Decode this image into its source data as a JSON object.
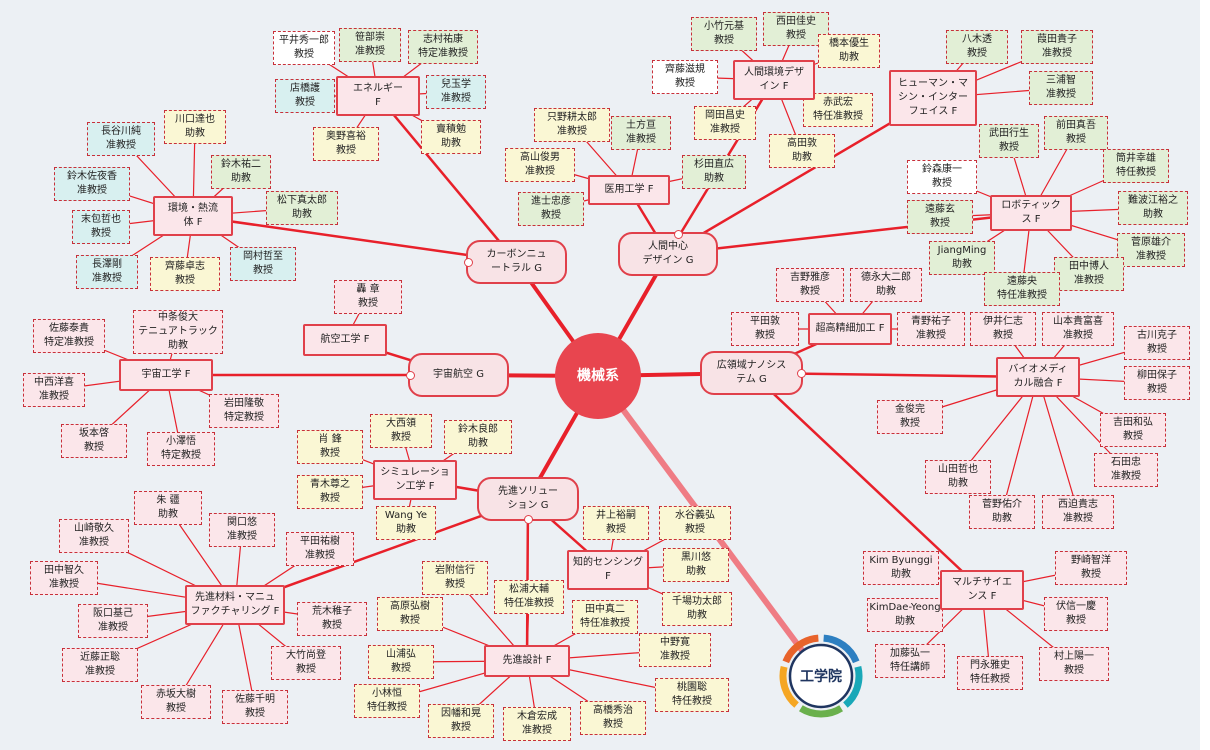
{
  "colors": {
    "accent": "#e0404a",
    "line": "#e8202a",
    "center_fill": "#e8454f",
    "logo_ring": [
      "#2d7fc1",
      "#19a8b8",
      "#6ab04c",
      "#f5a623",
      "#e8632b"
    ],
    "logo_center": "#1f3560"
  },
  "center": {
    "id": "center",
    "label": "機械系"
  },
  "logo": {
    "label": "工学院"
  },
  "hubs": [
    {
      "id": "h_carbon",
      "label": "カーボンニュ\nートラル G"
    },
    {
      "id": "h_human",
      "label": "人間中心\nデザイン G"
    },
    {
      "id": "h_aero",
      "label": "宇宙航空 G"
    },
    {
      "id": "h_nano",
      "label": "広領域ナノシス\nテム G"
    },
    {
      "id": "h_sol",
      "label": "先進ソリュー\nション G"
    }
  ],
  "fields": [
    {
      "id": "f_energy",
      "label": "エネルギー\nF",
      "hub": "h_carbon"
    },
    {
      "id": "f_thermal",
      "label": "環境・熱流\n体 F",
      "hub": "h_carbon"
    },
    {
      "id": "f_medical",
      "label": "医用工学 F",
      "hub": "h_human"
    },
    {
      "id": "f_human_env",
      "label": "人間環境デザ\nイン F",
      "hub": "h_human"
    },
    {
      "id": "f_hmi",
      "label": "ヒューマン・マ\nシン・インター\nフェイス F",
      "hub": "h_human"
    },
    {
      "id": "f_robotics",
      "label": "ロボティック\nス F",
      "hub": "h_human"
    },
    {
      "id": "f_aero",
      "label": "航空工学 F",
      "hub": "h_aero"
    },
    {
      "id": "f_space",
      "label": "宇宙工学 F",
      "hub": "h_aero"
    },
    {
      "id": "f_ultra",
      "label": "超高精細加工 F",
      "hub": "h_nano"
    },
    {
      "id": "f_bio",
      "label": "バイオメディ\nカル融合 F",
      "hub": "h_nano"
    },
    {
      "id": "f_multi",
      "label": "マルチサイエ\nンス F",
      "hub": "h_nano"
    },
    {
      "id": "f_sim",
      "label": "シミュレーショ\nン工学 F",
      "hub": "h_sol"
    },
    {
      "id": "f_sensing",
      "label": "知的センシング\nF",
      "hub": "h_sol"
    },
    {
      "id": "f_design",
      "label": "先進設計 F",
      "hub": "h_sol"
    },
    {
      "id": "f_mfg",
      "label": "先進材料・マニュ\nファクチャリング F",
      "hub": "h_sol"
    }
  ],
  "people": [
    {
      "id": "p1",
      "label": "平井秀一郎\n教授",
      "field": "f_energy",
      "color": "white"
    },
    {
      "id": "p2",
      "label": "笹部崇\n准教授",
      "field": "f_energy",
      "color": "green"
    },
    {
      "id": "p3",
      "label": "志村祐康\n特定准教授",
      "field": "f_energy",
      "color": "green"
    },
    {
      "id": "p4",
      "label": "店橋護\n教授",
      "field": "f_energy",
      "color": "cyan"
    },
    {
      "id": "p5",
      "label": "兒玉学\n准教授",
      "field": "f_energy",
      "color": "cyan"
    },
    {
      "id": "p6",
      "label": "奥野喜裕\n教授",
      "field": "f_energy",
      "color": "yellow"
    },
    {
      "id": "p7",
      "label": "賣積勉\n助教",
      "field": "f_energy",
      "color": "yellow"
    },
    {
      "id": "p8",
      "label": "長谷川純\n准教授",
      "field": "f_thermal",
      "color": "cyan"
    },
    {
      "id": "p9",
      "label": "川口達也\n助教",
      "field": "f_thermal",
      "color": "yellow"
    },
    {
      "id": "p10",
      "label": "鈴木佐夜香\n准教授",
      "field": "f_thermal",
      "color": "cyan"
    },
    {
      "id": "p11",
      "label": "鈴木祐二\n助教",
      "field": "f_thermal",
      "color": "green"
    },
    {
      "id": "p12",
      "label": "松下真太郎\n助教",
      "field": "f_thermal",
      "color": "green"
    },
    {
      "id": "p13",
      "label": "末包哲也\n教授",
      "field": "f_thermal",
      "color": "cyan"
    },
    {
      "id": "p14",
      "label": "長澤剛\n准教授",
      "field": "f_thermal",
      "color": "cyan"
    },
    {
      "id": "p15",
      "label": "齊藤卓志\n教授",
      "field": "f_thermal",
      "color": "yellow"
    },
    {
      "id": "p16",
      "label": "岡村哲至\n教授",
      "field": "f_thermal",
      "color": "cyan"
    },
    {
      "id": "p17",
      "label": "只野耕太郎\n准教授",
      "field": "f_medical",
      "color": "yellow"
    },
    {
      "id": "p18",
      "label": "土方亘\n准教授",
      "field": "f_medical",
      "color": "green"
    },
    {
      "id": "p19",
      "label": "高山俊男\n准教授",
      "field": "f_medical",
      "color": "yellow"
    },
    {
      "id": "p20",
      "label": "進士忠彦\n教授",
      "field": "f_medical",
      "color": "green"
    },
    {
      "id": "p21",
      "label": "杉田直広\n助教",
      "field": "f_medical",
      "color": "green"
    },
    {
      "id": "p22",
      "label": "小竹元基\n教授",
      "field": "f_human_env",
      "color": "green"
    },
    {
      "id": "p23",
      "label": "西田佳史\n教授",
      "field": "f_human_env",
      "color": "green"
    },
    {
      "id": "p24",
      "label": "橋本優生\n助教",
      "field": "f_human_env",
      "color": "yellow"
    },
    {
      "id": "p25",
      "label": "齊藤滋規\n教授",
      "field": "f_human_env",
      "color": "white"
    },
    {
      "id": "p26",
      "label": "岡田昌史\n准教授",
      "field": "f_human_env",
      "color": "yellow"
    },
    {
      "id": "p27",
      "label": "赤武宏\n特任准教授",
      "field": "f_human_env",
      "color": "yellow"
    },
    {
      "id": "p28",
      "label": "高田敦\n助教",
      "field": "f_human_env",
      "color": "yellow"
    },
    {
      "id": "p29",
      "label": "八木透\n教授",
      "field": "f_hmi",
      "color": "green"
    },
    {
      "id": "p30",
      "label": "葭田貴子\n准教授",
      "field": "f_hmi",
      "color": "green"
    },
    {
      "id": "p31",
      "label": "三浦智\n准教授",
      "field": "f_hmi",
      "color": "green"
    },
    {
      "id": "p32",
      "label": "武田行生\n教授",
      "field": "f_robotics",
      "color": "green"
    },
    {
      "id": "p33",
      "label": "前田真吾\n教授",
      "field": "f_robotics",
      "color": "green"
    },
    {
      "id": "p34",
      "label": "鈴森康一\n教授",
      "field": "f_robotics",
      "color": "white"
    },
    {
      "id": "p35",
      "label": "筒井幸雄\n特任教授",
      "field": "f_robotics",
      "color": "green"
    },
    {
      "id": "p36",
      "label": "遠藤玄\n教授",
      "field": "f_robotics",
      "color": "green"
    },
    {
      "id": "p37",
      "label": "難波江裕之\n助教",
      "field": "f_robotics",
      "color": "green"
    },
    {
      "id": "p38",
      "label": "JiangMing\n助教",
      "field": "f_robotics",
      "color": "green"
    },
    {
      "id": "p39",
      "label": "菅原雄介\n准教授",
      "field": "f_robotics",
      "color": "green"
    },
    {
      "id": "p40",
      "label": "田中博人\n准教授",
      "field": "f_robotics",
      "color": "green"
    },
    {
      "id": "p41",
      "label": "遠藤央\n特任准教授",
      "field": "f_robotics",
      "color": "green"
    },
    {
      "id": "p42",
      "label": "轟 章\n教授",
      "field": "f_aero",
      "color": "pink"
    },
    {
      "id": "p43",
      "label": "佐藤泰貴\n特定准教授",
      "field": "f_space",
      "color": "pink"
    },
    {
      "id": "p44",
      "label": "中条俊大\nテニュアトラック\n助教",
      "field": "f_space",
      "color": "pink"
    },
    {
      "id": "p45",
      "label": "中西洋喜\n准教授",
      "field": "f_space",
      "color": "pink"
    },
    {
      "id": "p46",
      "label": "岩田隆敬\n特定教授",
      "field": "f_space",
      "color": "pink"
    },
    {
      "id": "p47",
      "label": "坂本啓\n教授",
      "field": "f_space",
      "color": "pink"
    },
    {
      "id": "p48",
      "label": "小澤悟\n特定教授",
      "field": "f_space",
      "color": "pink"
    },
    {
      "id": "p49",
      "label": "吉野雅彦\n教授",
      "field": "f_ultra",
      "color": "pink"
    },
    {
      "id": "p50",
      "label": "德永大二郎\n助教",
      "field": "f_ultra",
      "color": "pink"
    },
    {
      "id": "p51",
      "label": "平田敦\n教授",
      "field": "f_ultra",
      "color": "pink"
    },
    {
      "id": "p52",
      "label": "青野祐子\n准教授",
      "field": "f_ultra",
      "color": "pink"
    },
    {
      "id": "p53",
      "label": "伊井仁志\n教授",
      "field": "f_bio",
      "color": "pink"
    },
    {
      "id": "p54",
      "label": "山本貴富喜\n准教授",
      "field": "f_bio",
      "color": "pink"
    },
    {
      "id": "p55",
      "label": "古川克子\n教授",
      "field": "f_bio",
      "color": "pink"
    },
    {
      "id": "p56",
      "label": "柳田保子\n教授",
      "field": "f_bio",
      "color": "pink"
    },
    {
      "id": "p57",
      "label": "金俊完\n教授",
      "field": "f_bio",
      "color": "pink"
    },
    {
      "id": "p58",
      "label": "吉田和弘\n教授",
      "field": "f_bio",
      "color": "pink"
    },
    {
      "id": "p59",
      "label": "山田哲也\n助教",
      "field": "f_bio",
      "color": "pink"
    },
    {
      "id": "p60",
      "label": "石田忠\n准教授",
      "field": "f_bio",
      "color": "pink"
    },
    {
      "id": "p61",
      "label": "菅野佑介\n助教",
      "field": "f_bio",
      "color": "pink"
    },
    {
      "id": "p62",
      "label": "西迫貴志\n准教授",
      "field": "f_bio",
      "color": "pink"
    },
    {
      "id": "p63",
      "label": "Kim Byunggi\n助教",
      "field": "f_multi",
      "color": "pink"
    },
    {
      "id": "p64",
      "label": "野崎智洋\n教授",
      "field": "f_multi",
      "color": "pink"
    },
    {
      "id": "p65",
      "label": "KimDae-Yeong\n助教",
      "field": "f_multi",
      "color": "pink"
    },
    {
      "id": "p66",
      "label": "伏信一慶\n教授",
      "field": "f_multi",
      "color": "pink"
    },
    {
      "id": "p67",
      "label": "加藤弘一\n特任講師",
      "field": "f_multi",
      "color": "pink"
    },
    {
      "id": "p68",
      "label": "門永雅史\n特任教授",
      "field": "f_multi",
      "color": "pink"
    },
    {
      "id": "p69",
      "label": "村上陽一\n教授",
      "field": "f_multi",
      "color": "pink"
    },
    {
      "id": "p70",
      "label": "大西領\n教授",
      "field": "f_sim",
      "color": "yellow"
    },
    {
      "id": "p71",
      "label": "鈴木良郎\n助教",
      "field": "f_sim",
      "color": "yellow"
    },
    {
      "id": "p72",
      "label": "肖 鋒\n教授",
      "field": "f_sim",
      "color": "yellow"
    },
    {
      "id": "p73",
      "label": "青木尊之\n教授",
      "field": "f_sim",
      "color": "yellow"
    },
    {
      "id": "p74",
      "label": "Wang Ye\n助教",
      "field": "f_sim",
      "color": "yellow"
    },
    {
      "id": "p75",
      "label": "井上裕嗣\n教授",
      "field": "f_sensing",
      "color": "yellow"
    },
    {
      "id": "p76",
      "label": "水谷義弘\n教授",
      "field": "f_sensing",
      "color": "yellow"
    },
    {
      "id": "p77",
      "label": "黒川悠\n助教",
      "field": "f_sensing",
      "color": "yellow"
    },
    {
      "id": "p78",
      "label": "千場功太郎\n助教",
      "field": "f_sensing",
      "color": "yellow"
    },
    {
      "id": "p79",
      "label": "岩附信行\n教授",
      "field": "f_design",
      "color": "yellow"
    },
    {
      "id": "p80",
      "label": "松浦大輔\n特任准教授",
      "field": "f_design",
      "color": "yellow"
    },
    {
      "id": "p81",
      "label": "高原弘樹\n教授",
      "field": "f_design",
      "color": "yellow"
    },
    {
      "id": "p82",
      "label": "田中真二\n特任准教授",
      "field": "f_design",
      "color": "yellow"
    },
    {
      "id": "p83",
      "label": "中野寛\n准教授",
      "field": "f_design",
      "color": "yellow"
    },
    {
      "id": "p84",
      "label": "山浦弘\n教授",
      "field": "f_design",
      "color": "yellow"
    },
    {
      "id": "p85",
      "label": "桃園聡\n特任教授",
      "field": "f_design",
      "color": "yellow"
    },
    {
      "id": "p86",
      "label": "小林恒\n特任教授",
      "field": "f_design",
      "color": "yellow"
    },
    {
      "id": "p87",
      "label": "因幡和晃\n教授",
      "field": "f_design",
      "color": "yellow"
    },
    {
      "id": "p88",
      "label": "木倉宏成\n准教授",
      "field": "f_design",
      "color": "yellow"
    },
    {
      "id": "p89",
      "label": "高橋秀治\n教授",
      "field": "f_design",
      "color": "yellow"
    },
    {
      "id": "p90",
      "label": "朱 疆\n助教",
      "field": "f_mfg",
      "color": "pink"
    },
    {
      "id": "p91",
      "label": "山崎敬久\n准教授",
      "field": "f_mfg",
      "color": "pink"
    },
    {
      "id": "p92",
      "label": "関口悠\n准教授",
      "field": "f_mfg",
      "color": "pink"
    },
    {
      "id": "p93",
      "label": "平田祐樹\n准教授",
      "field": "f_mfg",
      "color": "pink"
    },
    {
      "id": "p94",
      "label": "田中智久\n准教授",
      "field": "f_mfg",
      "color": "pink"
    },
    {
      "id": "p95",
      "label": "阪口基己\n准教授",
      "field": "f_mfg",
      "color": "pink"
    },
    {
      "id": "p96",
      "label": "荒木稚子\n教授",
      "field": "f_mfg",
      "color": "pink"
    },
    {
      "id": "p97",
      "label": "近藤正聡\n准教授",
      "field": "f_mfg",
      "color": "pink"
    },
    {
      "id": "p98",
      "label": "大竹尚登\n教授",
      "field": "f_mfg",
      "color": "pink"
    },
    {
      "id": "p99",
      "label": "赤坂大樹\n教授",
      "field": "f_mfg",
      "color": "pink"
    },
    {
      "id": "p100",
      "label": "佐藤千明\n教授",
      "field": "f_mfg",
      "color": "pink"
    }
  ]
}
